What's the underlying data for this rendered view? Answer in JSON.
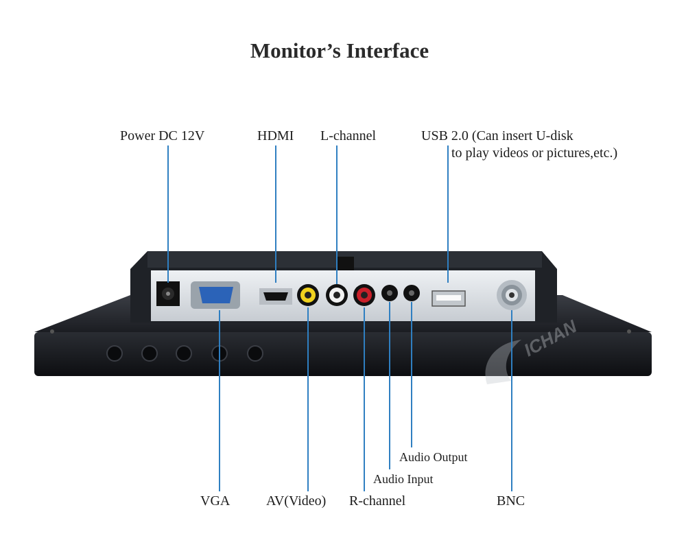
{
  "title": "Monitor’s Interface",
  "labels": {
    "power": "Power DC 12V",
    "hdmi": "HDMI",
    "l_channel": "L-channel",
    "usb_line1": "USB 2.0 (Can insert U-disk",
    "usb_line2": "to play videos or pictures,etc.)",
    "vga": "VGA",
    "av": "AV(Video)",
    "r_channel": "R-channel",
    "audio_input": "Audio Input",
    "audio_output": "Audio Output",
    "bnc": "BNC"
  },
  "watermark": "ICHAN",
  "colors": {
    "leader_line": "#2f7fc1",
    "monitor_body": "#15171c",
    "panel": "#d9dde2",
    "av_yellow": "#f0d21e",
    "r_red": "#c9202a",
    "l_white": "#f2f2f2"
  }
}
